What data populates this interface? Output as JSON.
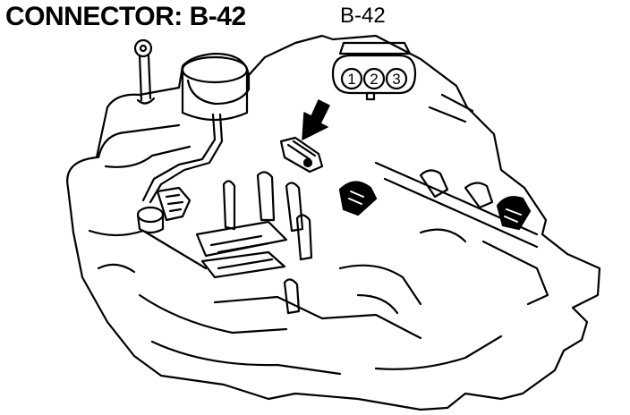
{
  "title": "CONNECTOR: B-42",
  "callout_label": "B-42",
  "pins": [
    "1",
    "2",
    "3"
  ],
  "colors": {
    "ink": "#000000",
    "paper": "#ffffff"
  }
}
